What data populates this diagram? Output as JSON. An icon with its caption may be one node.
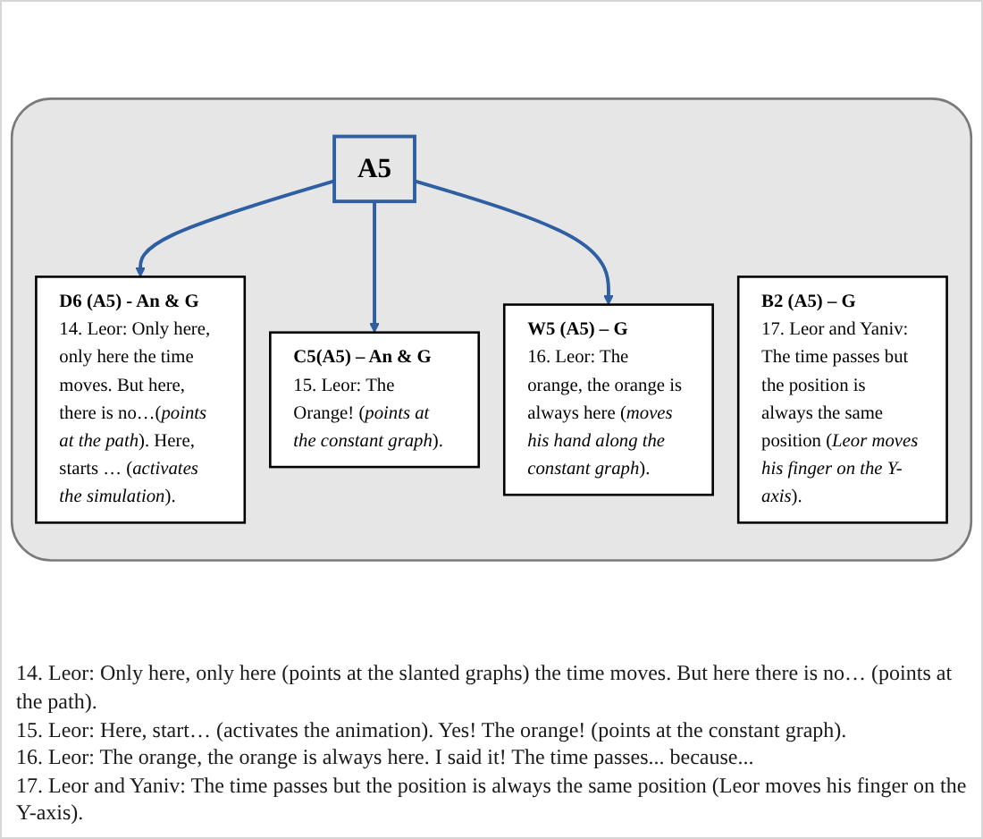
{
  "diagram": {
    "nodes": [
      {
        "text": [],
        "shape": "box"
      },
      {
        "text": [
          "D6 (A5) - An & G",
          "14. Leor: Only here, only here the time moves. But here, there is no…(*points at the path*). Here, starts … (*activates the simulation*)."
        ],
        "in": 0
      },
      {
        "text": [
          "A5"
        ],
        "in": 0
      },
      {
        "text": [
          "C5(A5) – An & G",
          "15. Leor: The Orange! (*points at the constant graph*)."
        ],
        "in": 0
      },
      {
        "text": [
          "W5 (A5) – G",
          "16. Leor: The orange, the orange is always here (*moves his hand along the constant graph*)."
        ],
        "in": 0
      },
      {
        "text": [
          "B2 (A5) – G",
          "17. Leor and Yaniv: The time passes but the position is always the same position (*Leor moves his finger on the Y-axis*)."
        ],
        "in": 0
      }
    ],
    "edges": [
      {
        "from": 2,
        "to": 1,
        "arrow": "to"
      },
      {
        "from": 2,
        "to": 3,
        "arrow": "to"
      },
      {
        "from": 2,
        "to": 4,
        "arrow": "to"
      }
    ],
    "labels": [
      "14. Leor: Only here, only here (points at the slanted graphs) the time moves. But here there is no… (points at the path).",
      "15. Leor: Here, start… (activates the animation). Yes! The orange! (points at the constant graph).",
      "16. Leor: The orange, the orange is always here. I said it! The time passes... because...",
      "17. Leor and Yaniv: The time passes but the position is always the same position (Leor moves his finger on the Y-axis)."
    ]
  }
}
